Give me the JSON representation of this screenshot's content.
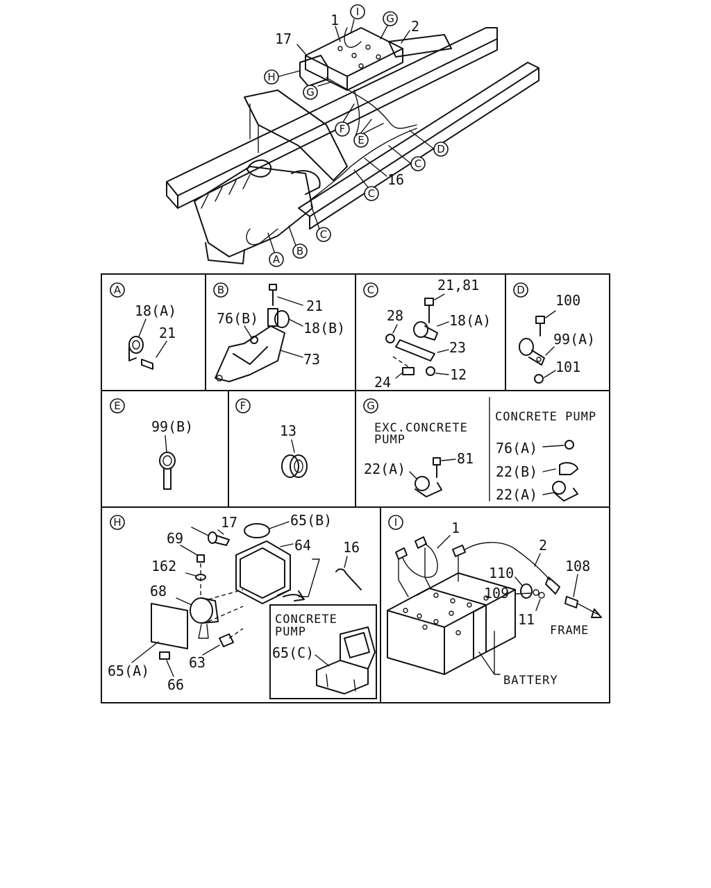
{
  "overview": {
    "labels": {
      "p1": "1",
      "p2": "2",
      "p17": "17",
      "p16": "16",
      "cI": "I",
      "cG1": "G",
      "cG2": "G",
      "cH": "H",
      "cF": "F",
      "cE": "E",
      "cD": "D",
      "cC1": "C",
      "cC2": "C",
      "cC3": "C",
      "cB": "B",
      "cA": "A"
    }
  },
  "panelA": {
    "tag": "A",
    "part1": "18(A)",
    "part2": "21"
  },
  "panelB": {
    "tag": "B",
    "part1": "21",
    "part2": "76(B)",
    "part3": "18(B)",
    "part4": "73"
  },
  "panelC": {
    "tag": "C",
    "part1": "21,81",
    "part2": "28",
    "part3": "18(A)",
    "part4": "23",
    "part5": "24",
    "part6": "12"
  },
  "panelD": {
    "tag": "D",
    "part1": "100",
    "part2": "99(A)",
    "part3": "101"
  },
  "panelE": {
    "tag": "E",
    "part1": "99(B)"
  },
  "panelF": {
    "tag": "F",
    "part1": "13"
  },
  "panelG": {
    "tag": "G",
    "left_title_line1": "EXC.CONCRETE",
    "left_title_line2": "PUMP",
    "right_title": "CONCRETE PUMP",
    "part1": "81",
    "part2": "22(A)",
    "part3": "76(A)",
    "part4": "22(B)",
    "part5": "22(A)"
  },
  "panelH": {
    "tag": "H",
    "part1": "17",
    "part2": "65(B)",
    "part3": "69",
    "part4": "64",
    "part5": "16",
    "part6": "162",
    "part7": "68",
    "part8": "65(A)",
    "part9": "66",
    "part10": "63",
    "inset_title_line1": "CONCRETE",
    "inset_title_line2": "PUMP",
    "inset_part": "65(C)"
  },
  "panelI": {
    "tag": "I",
    "part1": "1",
    "part2": "2",
    "part3": "110",
    "part4": "108",
    "part5": "109",
    "part6": "11",
    "frame_label": "FRAME",
    "battery_label": "BATTERY"
  }
}
